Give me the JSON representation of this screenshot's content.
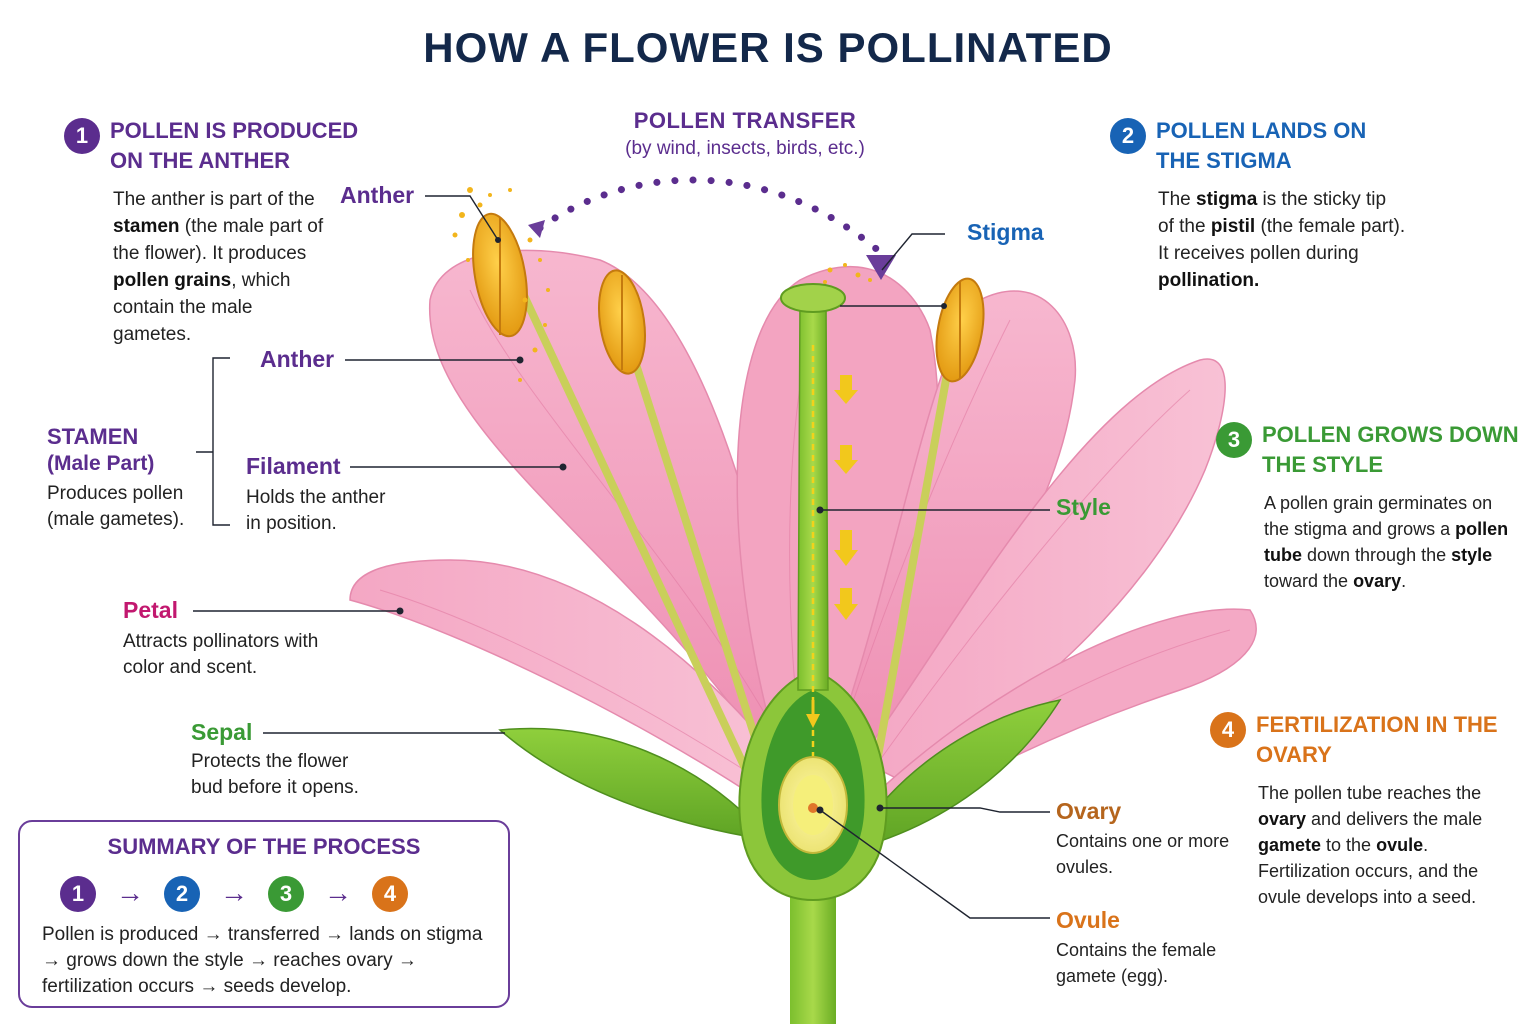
{
  "title": "HOW A FLOWER IS POLLINATED",
  "colors": {
    "purple": "#5b2d8e",
    "blue": "#1863b5",
    "green": "#3a9a35",
    "orange": "#d9731a",
    "magenta": "#c2186f",
    "navy": "#13284a"
  },
  "transfer": {
    "heading": "POLLEN TRANSFER",
    "sub": "(by wind, insects, birds, etc.)"
  },
  "steps": [
    {
      "number": "1",
      "heading_line1": "POLLEN IS PRODUCED",
      "heading_line2": "ON THE ANTHER",
      "body": [
        [
          "The anther is part of the",
          ""
        ],
        [
          "stamen",
          " (the male part of"
        ],
        [
          "the flower). It produces",
          ""
        ],
        [
          "pollen grains",
          ", which"
        ],
        [
          "contain the male",
          ""
        ],
        [
          "gametes.",
          ""
        ]
      ]
    },
    {
      "number": "2",
      "heading_line1": "POLLEN LANDS ON",
      "heading_line2": "THE STIGMA",
      "body_parts": [
        "The ",
        "stigma",
        " is the sticky tip",
        "of the ",
        "pistil",
        " (the female part).",
        "It receives pollen during",
        "pollination."
      ]
    },
    {
      "number": "3",
      "heading_line1": "POLLEN GROWS DOWN",
      "heading_line2": "THE STYLE",
      "body_parts": [
        "A pollen grain germinates on",
        "the stigma and grows a ",
        "pollen",
        "tube",
        " down through the ",
        "style",
        "toward the ",
        "ovary",
        "."
      ]
    },
    {
      "number": "4",
      "heading_line1": "FERTILIZATION IN THE",
      "heading_line2": "OVARY",
      "body_parts": [
        "The pollen tube reaches the",
        "ovary",
        " and delivers the male",
        "gamete",
        " to the ",
        "ovule",
        ".",
        "Fertilization occurs, and the",
        "ovule develops into a seed."
      ]
    }
  ],
  "labels": {
    "anther_top": "Anther",
    "anther": "Anther",
    "stigma": "Stigma",
    "stamen_title": "STAMEN",
    "stamen_sub": "(Male Part)",
    "stamen_desc_1": "Produces pollen",
    "stamen_desc_2": "(male gametes).",
    "filament": "Filament",
    "filament_desc_1": "Holds the anther",
    "filament_desc_2": "in position.",
    "style": "Style",
    "petal": "Petal",
    "petal_desc_1": "Attracts pollinators with",
    "petal_desc_2": "color and scent.",
    "sepal": "Sepal",
    "sepal_desc_1": "Protects the flower",
    "sepal_desc_2": "bud before it opens.",
    "ovary": "Ovary",
    "ovary_desc_1": "Contains one or more",
    "ovary_desc_2": "ovules.",
    "ovule": "Ovule",
    "ovule_desc_1": "Contains the female",
    "ovule_desc_2": "gamete (egg)."
  },
  "summary": {
    "title": "SUMMARY OF THE PROCESS",
    "steps": [
      "1",
      "2",
      "3",
      "4"
    ],
    "arrow": "→",
    "text": "Pollen is produced → transferred → lands on stigma → grows down the style → reaches ovary → fertilization occurs → seeds develop."
  }
}
